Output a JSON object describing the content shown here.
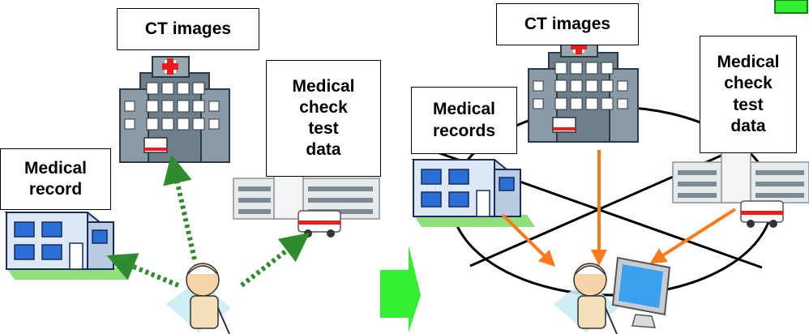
{
  "left_scene": {
    "ct_label": "CT images",
    "record_label": "Medical\nrecord",
    "check_label": "Medical\ncheck\ntest\ndata"
  },
  "right_scene": {
    "ct_label": "CT images",
    "records_label": "Medical\nrecords",
    "check_label": "Medical\ncheck\ntest\ndata"
  },
  "colors": {
    "dotted_arrow": "#2e8b2e",
    "solid_arrow": "#ff7a1a",
    "transition_arrow": "#33ee33",
    "corner_marker": "#33ee33",
    "line": "#000000"
  }
}
